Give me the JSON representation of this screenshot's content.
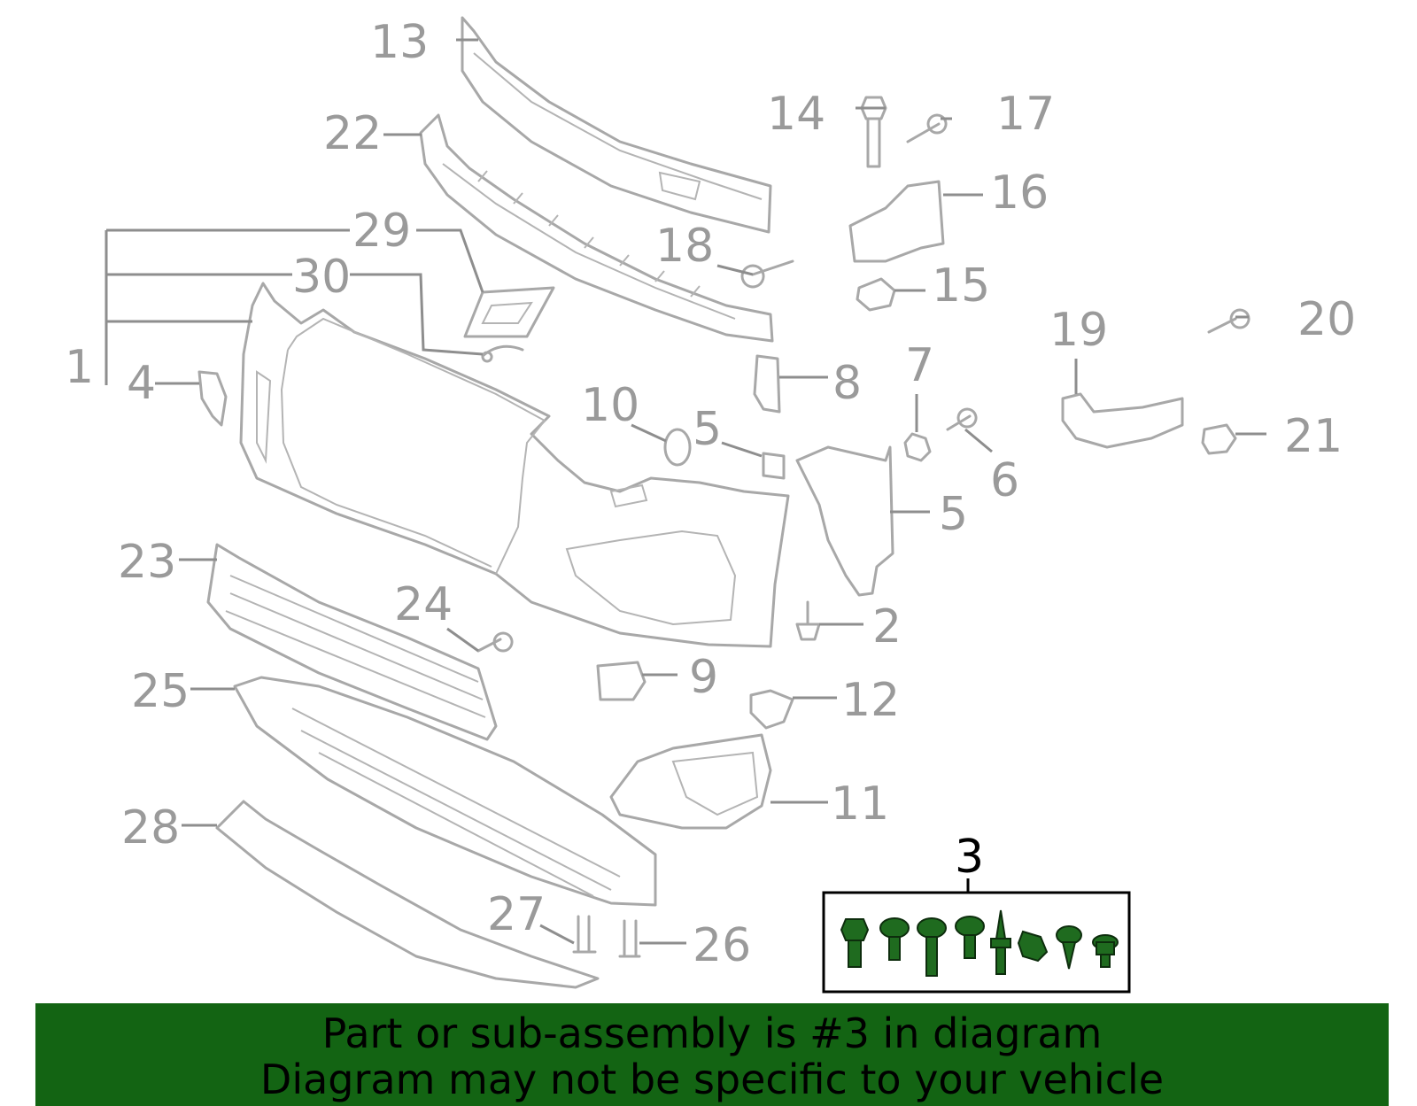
{
  "callouts": {
    "c1": "1",
    "c2": "2",
    "c3": "3",
    "c4": "4",
    "c5a": "5",
    "c5b": "5",
    "c6": "6",
    "c7": "7",
    "c8": "8",
    "c9": "9",
    "c10": "10",
    "c11": "11",
    "c12": "12",
    "c13": "13",
    "c14": "14",
    "c15": "15",
    "c16": "16",
    "c17": "17",
    "c18": "18",
    "c19": "19",
    "c20": "20",
    "c21": "21",
    "c22": "22",
    "c23": "23",
    "c24": "24",
    "c25": "25",
    "c26": "26",
    "c27": "27",
    "c28": "28",
    "c29": "29",
    "c30": "30"
  },
  "highlighted_part": "3",
  "banner": {
    "line1": "Part or sub-assembly is #3 in diagram",
    "line2": "Diagram may not be specific to your vehicle"
  },
  "colors": {
    "banner_bg": "#136413",
    "hardware_fill": "#1f6b1f",
    "callout_text": "#9a9a9a",
    "part_outline": "#a8a8a8"
  }
}
